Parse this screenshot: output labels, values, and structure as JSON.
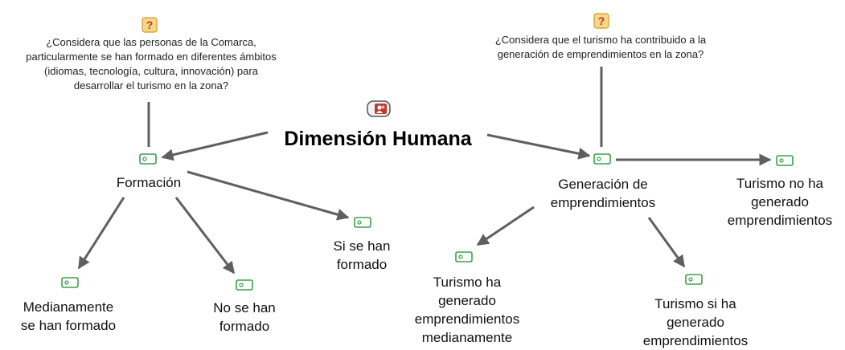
{
  "diagram": {
    "main": {
      "label": "Dimensión Humana",
      "icon": "person-group-icon"
    },
    "questions": [
      {
        "id": "q-formacion",
        "text": "¿Considera que las personas de la Comarca,\nparticularmente se han formado en diferentes ámbitos\n(idiomas, tecnología, cultura, innovación) para\ndesarrollar el turismo en la zona?",
        "icon": "question-icon"
      },
      {
        "id": "q-emprendimientos",
        "text": "¿Considera que el turismo ha contribuido a la\ngeneración de emprendimientos en la zona?",
        "icon": "question-icon"
      }
    ],
    "codes": [
      {
        "id": "formacion",
        "label": "Formación"
      },
      {
        "id": "generacion",
        "label": "Generación de\nemprendimientos"
      },
      {
        "id": "no-ha-generado",
        "label": "Turismo no ha\ngenerado\nemprendimientos"
      },
      {
        "id": "si-formado",
        "label": "Si se han\nformado"
      },
      {
        "id": "medianamente-formado",
        "label": "Medianamente\nse han formado"
      },
      {
        "id": "no-formado",
        "label": "No se han\nformado"
      },
      {
        "id": "ha-generado-medianamente",
        "label": "Turismo ha\ngenerado\nemprendimientos\nmedianamente"
      },
      {
        "id": "si-ha-generado",
        "label": "Turismo si ha\ngenerado\nemprendimientos"
      }
    ],
    "colors": {
      "arrow": "#5f5f5f",
      "code_icon": "#3aa04a",
      "question_icon": "#e08a1e",
      "main_icon": "#c0392b"
    }
  }
}
